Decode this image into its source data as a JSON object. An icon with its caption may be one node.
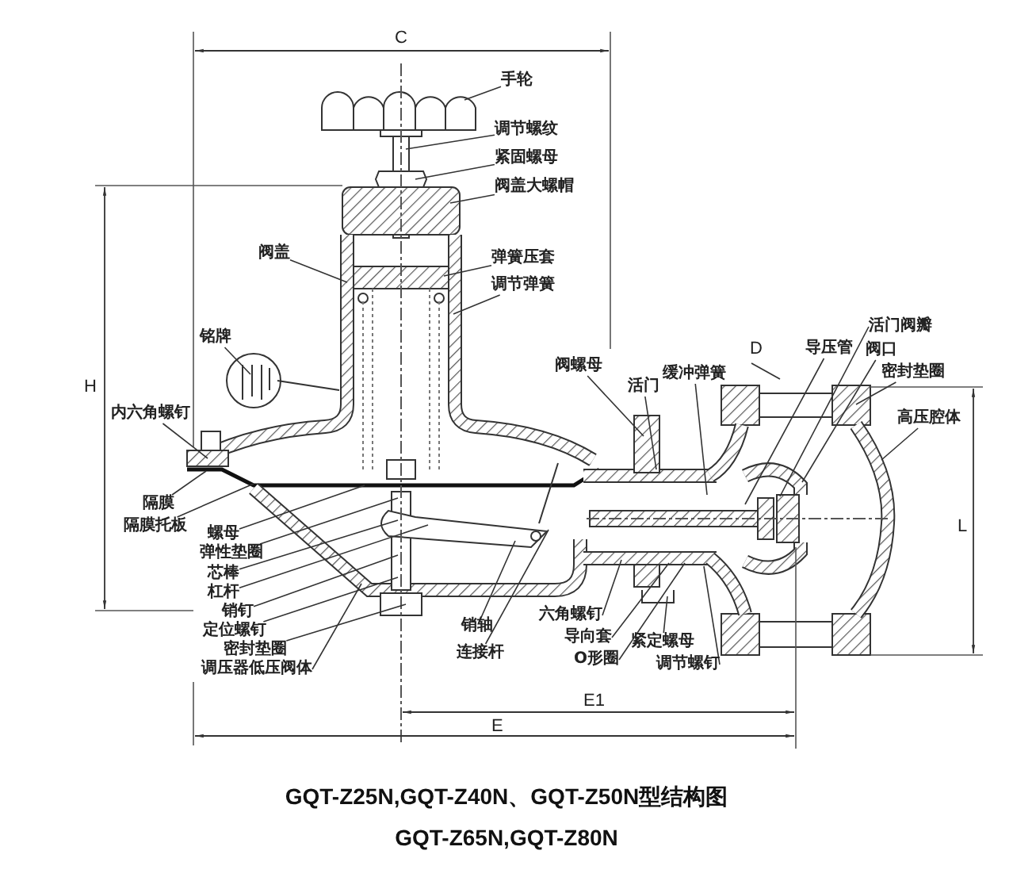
{
  "diagram": {
    "caption": "GQT-Z25N,GQT-Z40N、GQT-Z50N型结构图",
    "nodes": [
      {
        "text": [
          "手轮"
        ]
      },
      {
        "text": [
          "调节螺纹"
        ]
      },
      {
        "text": [
          "紧固螺母"
        ]
      },
      {
        "text": [
          "阀盖大螺帽"
        ]
      },
      {
        "text": [
          "阀盖"
        ]
      },
      {
        "text": [
          "弹簧压套"
        ]
      },
      {
        "text": [
          "调节弹簧"
        ]
      },
      {
        "text": [
          "铭牌"
        ]
      },
      {
        "text": [
          "内六角螺钉"
        ]
      },
      {
        "text": [
          "隔膜"
        ]
      },
      {
        "text": [
          "隔膜托板"
        ]
      },
      {
        "text": [
          "螺母"
        ]
      },
      {
        "text": [
          "弹性垫圈"
        ]
      },
      {
        "text": [
          "芯棒"
        ]
      },
      {
        "text": [
          "杠杆"
        ]
      },
      {
        "text": [
          "销钉"
        ]
      },
      {
        "text": [
          "定位螺钉"
        ]
      },
      {
        "text": [
          "密封垫圈"
        ]
      },
      {
        "text": [
          "调压器低压阀体"
        ]
      },
      {
        "text": [
          "销轴"
        ]
      },
      {
        "text": [
          "连接杆"
        ]
      },
      {
        "text": [
          "六角螺钉"
        ]
      },
      {
        "text": [
          "导向套"
        ]
      },
      {
        "text": [
          "O形圈"
        ]
      },
      {
        "text": [
          "紧定螺母"
        ]
      },
      {
        "text": [
          "调节螺钉"
        ]
      },
      {
        "text": [
          "阀螺母"
        ]
      },
      {
        "text": [
          "活门"
        ]
      },
      {
        "text": [
          "缓冲弹簧"
        ]
      },
      {
        "text": [
          "导压管"
        ]
      },
      {
        "text": [
          "活门阀瓣"
        ]
      },
      {
        "text": [
          "阀口"
        ]
      },
      {
        "text": [
          "密封垫圈"
        ]
      },
      {
        "text": [
          "高压腔体"
        ]
      }
    ],
    "edges": [
      {
        "from": 0,
        "to": null,
        "arrow": "none"
      },
      {
        "from": 1,
        "to": null,
        "arrow": "none"
      },
      {
        "from": 2,
        "to": null,
        "arrow": "none"
      },
      {
        "from": 3,
        "to": null,
        "arrow": "none"
      },
      {
        "from": 4,
        "to": null,
        "arrow": "none"
      },
      {
        "from": 5,
        "to": null,
        "arrow": "none"
      },
      {
        "from": 6,
        "to": null,
        "arrow": "none"
      },
      {
        "from": 7,
        "to": null,
        "arrow": "none"
      },
      {
        "from": 8,
        "to": null,
        "arrow": "none"
      },
      {
        "from": 9,
        "to": null,
        "arrow": "none"
      },
      {
        "from": 10,
        "to": null,
        "arrow": "none"
      },
      {
        "from": 11,
        "to": null,
        "arrow": "none"
      },
      {
        "from": 12,
        "to": null,
        "arrow": "none"
      },
      {
        "from": 13,
        "to": null,
        "arrow": "none"
      },
      {
        "from": 14,
        "to": null,
        "arrow": "none"
      },
      {
        "from": 15,
        "to": null,
        "arrow": "none"
      },
      {
        "from": 16,
        "to": null,
        "arrow": "none"
      },
      {
        "from": 17,
        "to": null,
        "arrow": "none"
      },
      {
        "from": 18,
        "to": null,
        "arrow": "none"
      },
      {
        "from": 19,
        "to": null,
        "arrow": "none"
      },
      {
        "from": 20,
        "to": null,
        "arrow": "none"
      },
      {
        "from": 21,
        "to": null,
        "arrow": "none"
      },
      {
        "from": 22,
        "to": null,
        "arrow": "none"
      },
      {
        "from": 23,
        "to": null,
        "arrow": "none"
      },
      {
        "from": 24,
        "to": null,
        "arrow": "none"
      },
      {
        "from": 25,
        "to": null,
        "arrow": "none"
      },
      {
        "from": 26,
        "to": null,
        "arrow": "none"
      },
      {
        "from": 27,
        "to": null,
        "arrow": "none"
      },
      {
        "from": 28,
        "to": null,
        "arrow": "none"
      },
      {
        "from": 29,
        "to": null,
        "arrow": "none"
      },
      {
        "from": 30,
        "to": null,
        "arrow": "none"
      },
      {
        "from": 31,
        "to": null,
        "arrow": "none"
      },
      {
        "from": 32,
        "to": null,
        "arrow": "none"
      },
      {
        "from": 33,
        "to": null,
        "arrow": "none"
      }
    ],
    "labels": [
      "C",
      "H",
      "D",
      "L",
      "E1",
      "E",
      "GQT-Z65N,GQT-Z80N"
    ]
  }
}
